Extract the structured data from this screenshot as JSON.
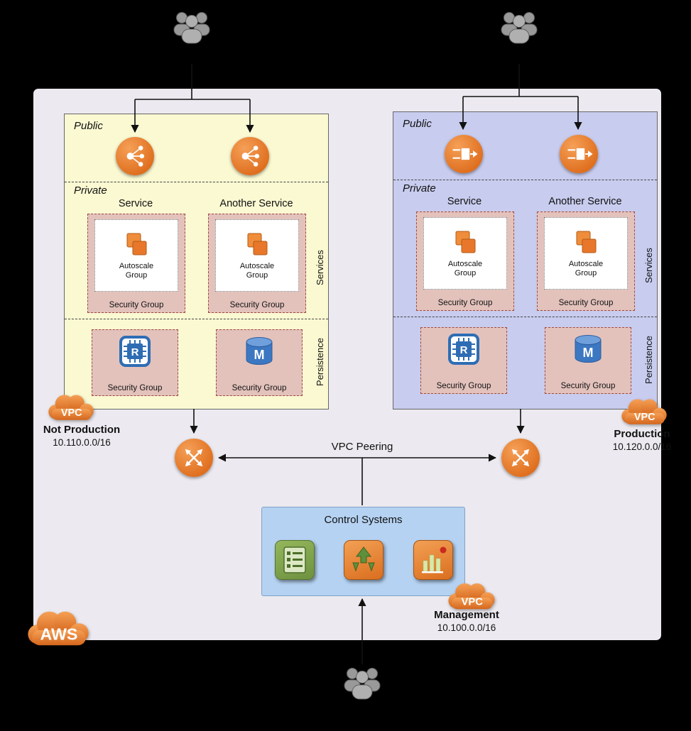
{
  "aws_label": "AWS",
  "peering_label": "VPC Peering",
  "colors": {
    "aws_orange": "#E8762D",
    "vpc_yellow": "#FAF9D2",
    "vpc_blue": "#C8CCEE",
    "security_group_pink": "#E3C2BC",
    "control_blue": "#B5D2F2",
    "region_gray": "#ECEAF0"
  },
  "icons": {
    "users": "users-group-icon",
    "left_load_balancer": "classic-load-balancer-icon",
    "right_load_balancer": "application-load-balancer-icon",
    "autoscale": "autoscale-group-icon",
    "cache": "redis-cache-icon",
    "database": "database-m-icon",
    "peering_gateway": "vpc-peering-gateway-icon",
    "vpc_cloud": "vpc-cloud-icon",
    "control_1": "config-list-icon",
    "control_2": "deploy-split-arrows-icon",
    "control_3": "monitoring-chart-icon"
  },
  "vpcs": [
    {
      "badge": "VPC",
      "name": "Not Production",
      "cidr": "10.110.0.0/16",
      "public_label": "Public",
      "private_label": "Private",
      "services_side_label": "Services",
      "persistence_side_label": "Persistence",
      "services": [
        {
          "title": "Service",
          "autoscale_label": "Autoscale Group",
          "sg_label": "Security Group"
        },
        {
          "title": "Another Service",
          "autoscale_label": "Autoscale Group",
          "sg_label": "Security Group"
        }
      ],
      "persistence": [
        {
          "sg_label": "Security Group"
        },
        {
          "sg_label": "Security Group"
        }
      ]
    },
    {
      "badge": "VPC",
      "name": "Production",
      "cidr": "10.120.0.0/16",
      "public_label": "Public",
      "private_label": "Private",
      "services_side_label": "Services",
      "persistence_side_label": "Persistence",
      "services": [
        {
          "title": "Service",
          "autoscale_label": "Autoscale Group",
          "sg_label": "Security Group"
        },
        {
          "title": "Another Service",
          "autoscale_label": "Autoscale Group",
          "sg_label": "Security Group"
        }
      ],
      "persistence": [
        {
          "sg_label": "Security Group"
        },
        {
          "sg_label": "Security Group"
        }
      ]
    }
  ],
  "control": {
    "title": "Control Systems",
    "badge": "VPC",
    "name": "Management",
    "cidr": "10.100.0.0/16"
  }
}
